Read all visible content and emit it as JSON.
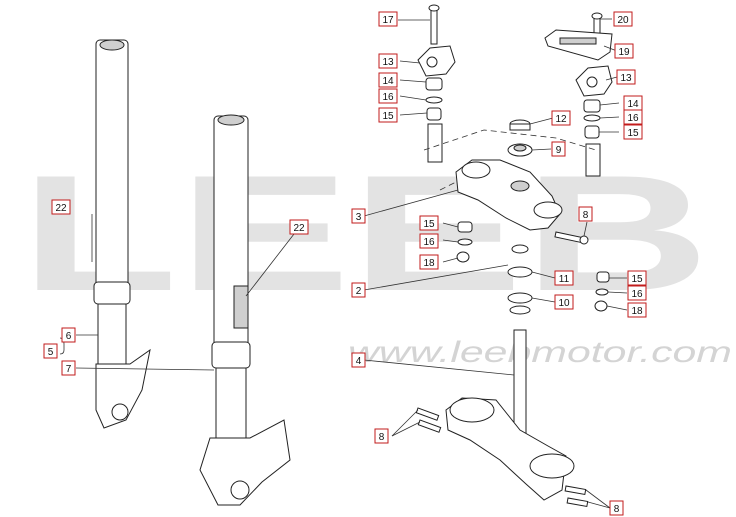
{
  "watermark": {
    "brand": "LEEB",
    "url": "www.leebmotor.com"
  },
  "callouts": [
    {
      "id": "c17",
      "label": "17"
    },
    {
      "id": "c20",
      "label": "20"
    },
    {
      "id": "c19",
      "label": "19"
    },
    {
      "id": "c13a",
      "label": "13"
    },
    {
      "id": "c13b",
      "label": "13"
    },
    {
      "id": "c14a",
      "label": "14"
    },
    {
      "id": "c14b",
      "label": "14"
    },
    {
      "id": "c16a",
      "label": "16"
    },
    {
      "id": "c16b",
      "label": "16"
    },
    {
      "id": "c16c",
      "label": "16"
    },
    {
      "id": "c16d",
      "label": "16"
    },
    {
      "id": "c15a",
      "label": "15"
    },
    {
      "id": "c15b",
      "label": "15"
    },
    {
      "id": "c15c",
      "label": "15"
    },
    {
      "id": "c15d",
      "label": "15"
    },
    {
      "id": "c12",
      "label": "12"
    },
    {
      "id": "c9",
      "label": "9"
    },
    {
      "id": "c3",
      "label": "3"
    },
    {
      "id": "c8a",
      "label": "8"
    },
    {
      "id": "c8b",
      "label": "8"
    },
    {
      "id": "c8c",
      "label": "8"
    },
    {
      "id": "c18a",
      "label": "18"
    },
    {
      "id": "c18b",
      "label": "18"
    },
    {
      "id": "c11",
      "label": "11"
    },
    {
      "id": "c2",
      "label": "2"
    },
    {
      "id": "c10",
      "label": "10"
    },
    {
      "id": "c4",
      "label": "4"
    },
    {
      "id": "c22a",
      "label": "22"
    },
    {
      "id": "c22b",
      "label": "22"
    },
    {
      "id": "c6",
      "label": "6"
    },
    {
      "id": "c5",
      "label": "5"
    },
    {
      "id": "c7",
      "label": "7"
    }
  ]
}
